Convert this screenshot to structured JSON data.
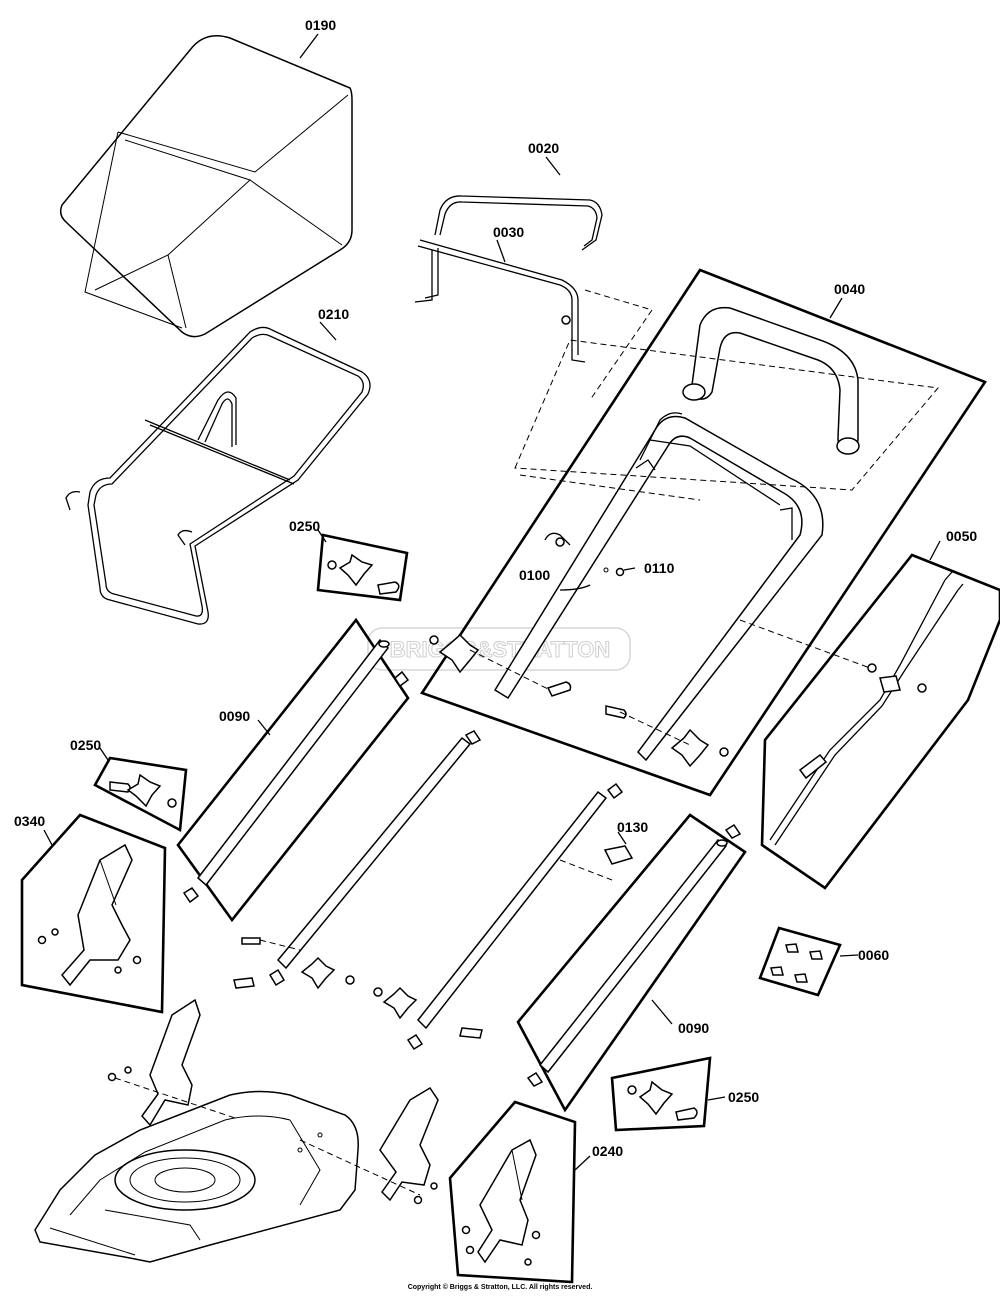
{
  "watermark": "BRIGGS&STRATTON",
  "copyright": "Copyright © Briggs & Stratton, LLC. All rights reserved.",
  "part_labels": {
    "p0190": "0190",
    "p0020": "0020",
    "p0030": "0030",
    "p0040": "0040",
    "p0210": "0210",
    "p0250_top": "0250",
    "p0100": "0100",
    "p0110": "0110",
    "p0050": "0050",
    "p0090_left": "0090",
    "p0250_left": "0250",
    "p0340": "0340",
    "p0130": "0130",
    "p0060": "0060",
    "p0090_right": "0090",
    "p0250_right": "0250",
    "p0240": "0240"
  }
}
